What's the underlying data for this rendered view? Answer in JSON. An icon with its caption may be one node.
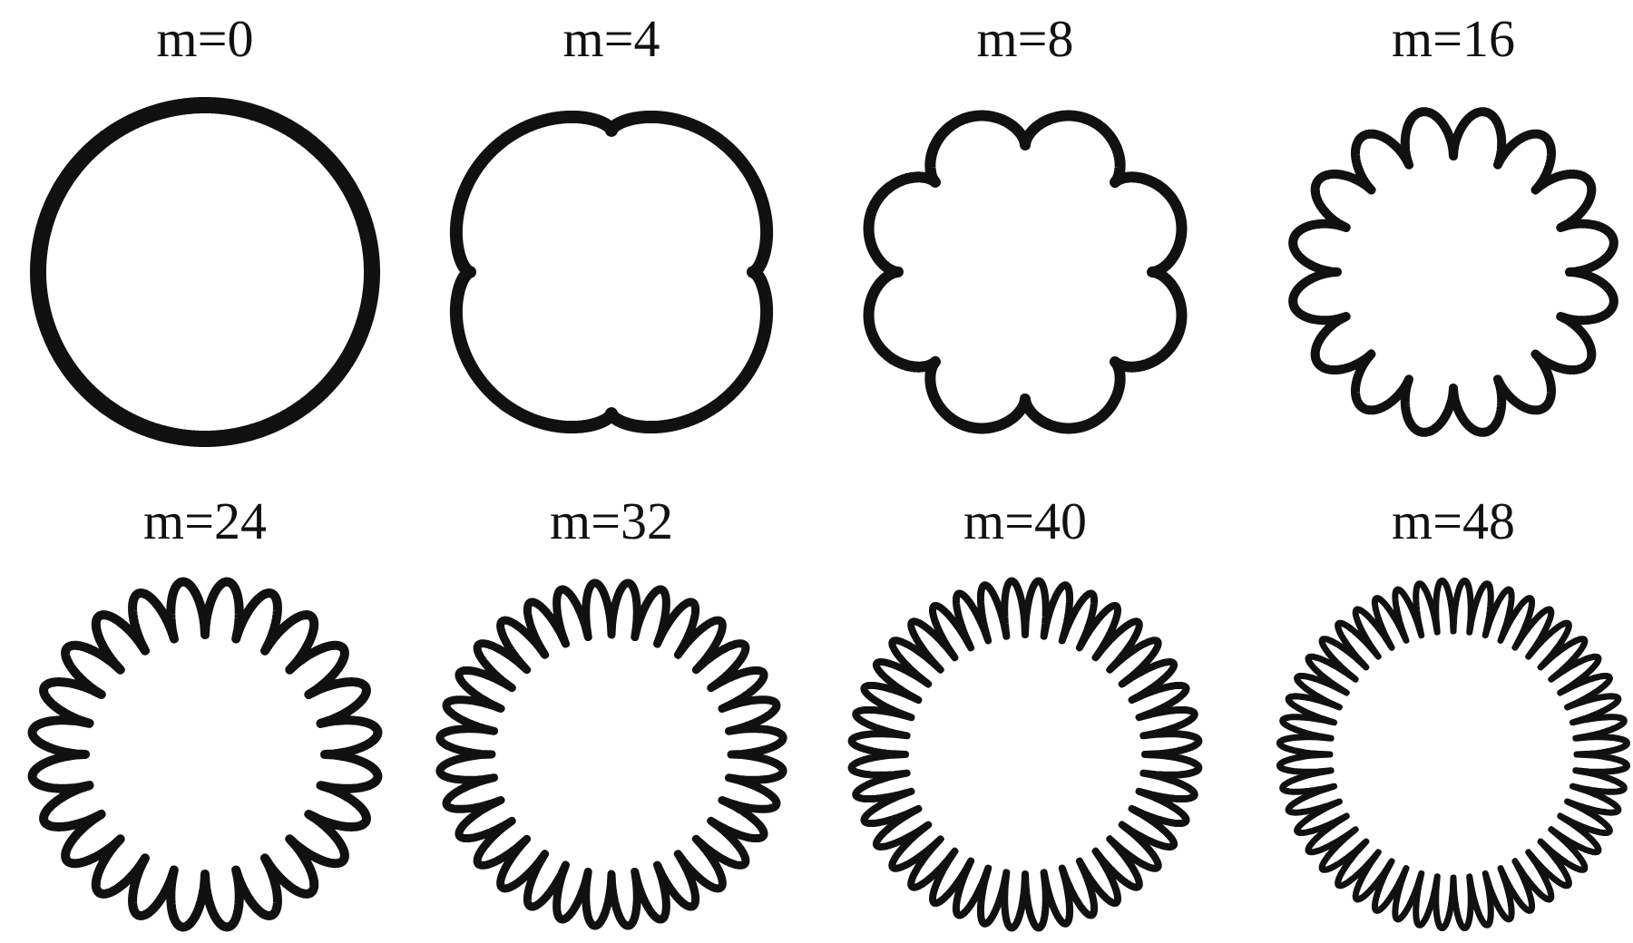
{
  "diagram": {
    "nodes": [
      {
        "text": [
          "m=0"
        ]
      },
      {
        "text": [
          "m=4"
        ]
      },
      {
        "text": [
          "m=8"
        ]
      },
      {
        "text": [
          "m=16"
        ]
      },
      {
        "text": [
          "m=24"
        ]
      },
      {
        "text": [
          "m=32"
        ]
      },
      {
        "text": [
          "m=40"
        ]
      },
      {
        "text": [
          "m=48"
        ]
      }
    ]
  }
}
